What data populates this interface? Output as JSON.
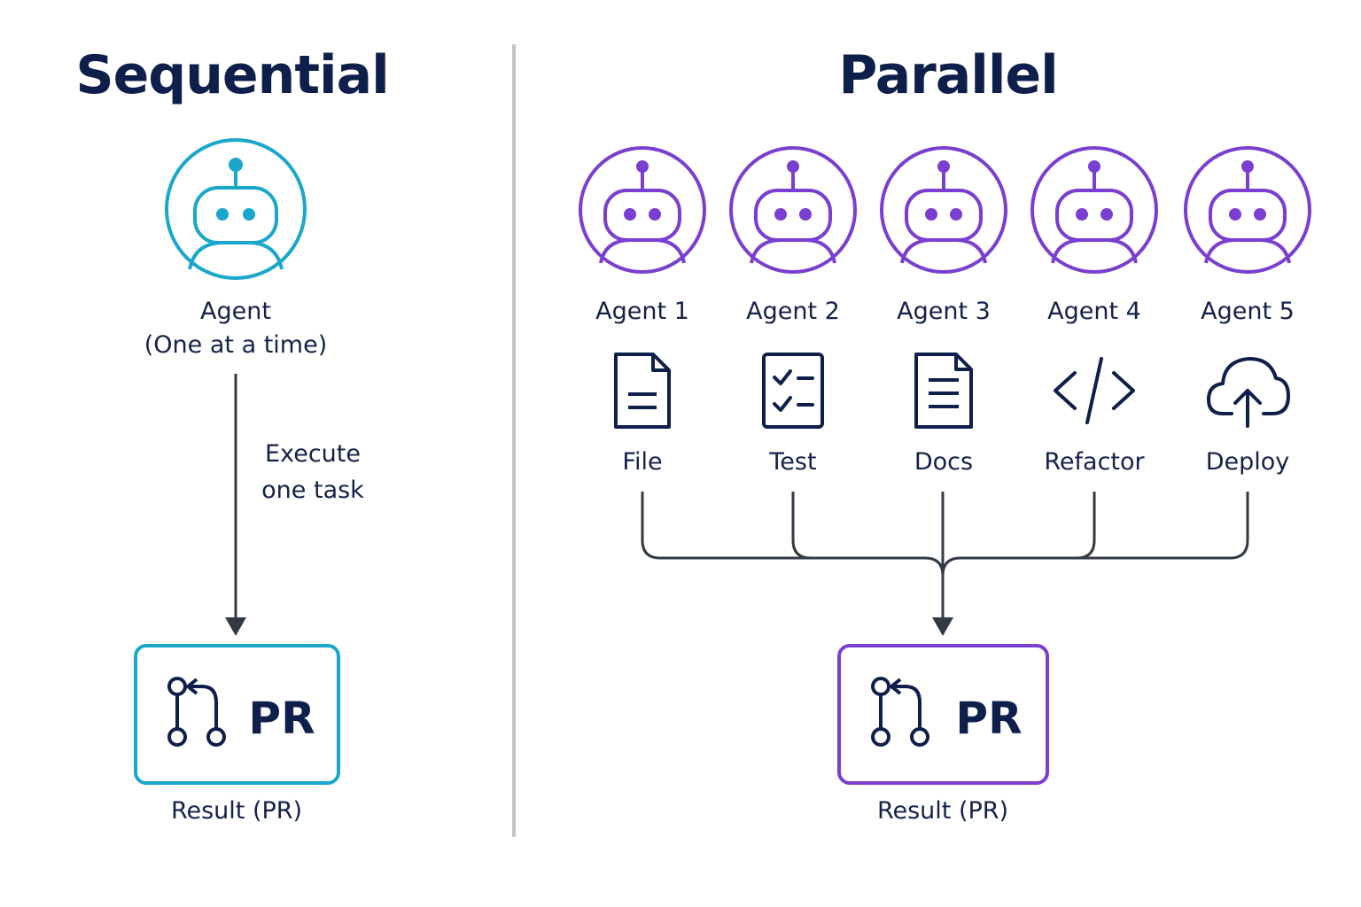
{
  "colors": {
    "sequential_accent": "#1aa7cc",
    "parallel_accent": "#7a3fd0",
    "ink": "#14224a",
    "line": "#323a44",
    "divider": "#c4c4c4"
  },
  "sequential": {
    "title": "Sequential",
    "agent_icon": "robot-icon",
    "agent_label": "Agent",
    "agent_sublabel": "(One at a time)",
    "edge_label_line1": "Execute",
    "edge_label_line2": "one task",
    "result_icon": "pull-request-icon",
    "result_box_text": "PR",
    "result_label": "Result (PR)"
  },
  "parallel": {
    "title": "Parallel",
    "agents": [
      {
        "label": "Agent 1",
        "task": "File",
        "task_icon": "file-icon"
      },
      {
        "label": "Agent 2",
        "task": "Test",
        "task_icon": "checklist-icon"
      },
      {
        "label": "Agent 3",
        "task": "Docs",
        "task_icon": "document-icon"
      },
      {
        "label": "Agent 4",
        "task": "Refactor",
        "task_icon": "code-icon"
      },
      {
        "label": "Agent 5",
        "task": "Deploy",
        "task_icon": "cloud-upload-icon"
      }
    ],
    "result_icon": "pull-request-icon",
    "result_box_text": "PR",
    "result_label": "Result (PR)"
  }
}
